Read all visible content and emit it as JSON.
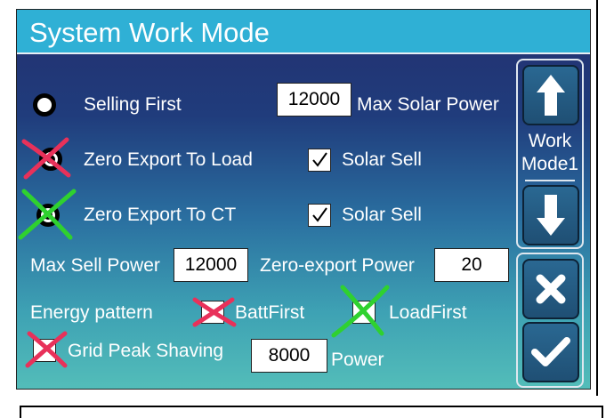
{
  "title": "System Work Mode",
  "modes": {
    "selling_first": "Selling First",
    "zero_export_load": "Zero Export To Load",
    "zero_export_ct": "Zero Export To CT"
  },
  "max_solar_power": {
    "label": "Max Solar Power",
    "value": "12000"
  },
  "solar_sell_1": {
    "label": "Solar Sell",
    "checked": true
  },
  "solar_sell_2": {
    "label": "Solar Sell",
    "checked": true
  },
  "max_sell_power": {
    "label": "Max Sell Power",
    "value": "12000"
  },
  "zero_export_power": {
    "label": "Zero-export Power",
    "value": "20"
  },
  "energy_pattern": {
    "label": "Energy pattern",
    "batt_first": "BattFirst",
    "load_first": "LoadFirst"
  },
  "grid_peak_shaving": {
    "label": "Grid Peak Shaving",
    "value": "8000",
    "unit": "Power"
  },
  "side": {
    "work_mode_line1": "Work",
    "work_mode_line2": "Mode1",
    "up_icon": "arrow-up-icon",
    "down_icon": "arrow-down-icon",
    "cancel_icon": "close-icon",
    "confirm_icon": "check-icon"
  },
  "annotations": {
    "red_mark_color": "#e8315a",
    "green_mark_color": "#2fd12f"
  }
}
